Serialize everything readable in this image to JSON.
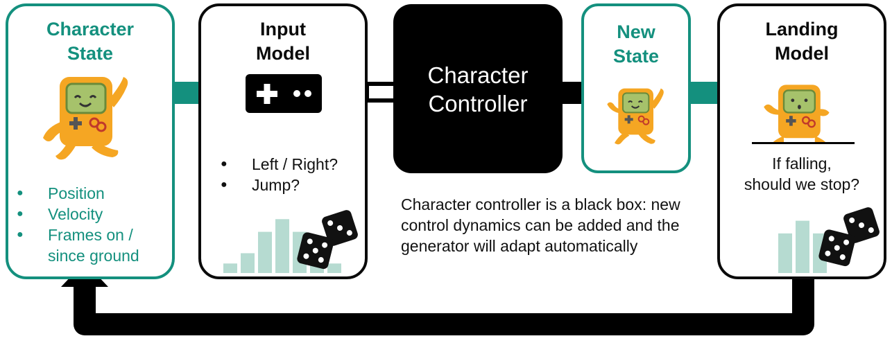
{
  "character_state": {
    "title": [
      "Character",
      "State"
    ],
    "bullets": [
      "Position",
      "Velocity",
      "Frames on /",
      "since ground"
    ]
  },
  "input_model": {
    "title": [
      "Input",
      "Model"
    ],
    "bullets": [
      "Left / Right?",
      "Jump?"
    ],
    "histogram_values": [
      12,
      25,
      52,
      68,
      52,
      38,
      12
    ]
  },
  "character_controller": {
    "label": [
      "Character",
      "Controller"
    ]
  },
  "new_state": {
    "title": [
      "New",
      "State"
    ]
  },
  "landing_model": {
    "title": [
      "Landing",
      "Model"
    ],
    "question": [
      "If falling,",
      "should we stop?"
    ],
    "histogram_values": [
      50,
      66,
      50
    ]
  },
  "note": "Character controller is a black box: new control dynamics can be added and the generator will adapt automatically",
  "colors": {
    "teal": "#14907e",
    "black": "#0a0a0a",
    "histogram": "#b6dbd1",
    "robot_body": "#f5a623",
    "robot_screen": "#a6c26b"
  }
}
